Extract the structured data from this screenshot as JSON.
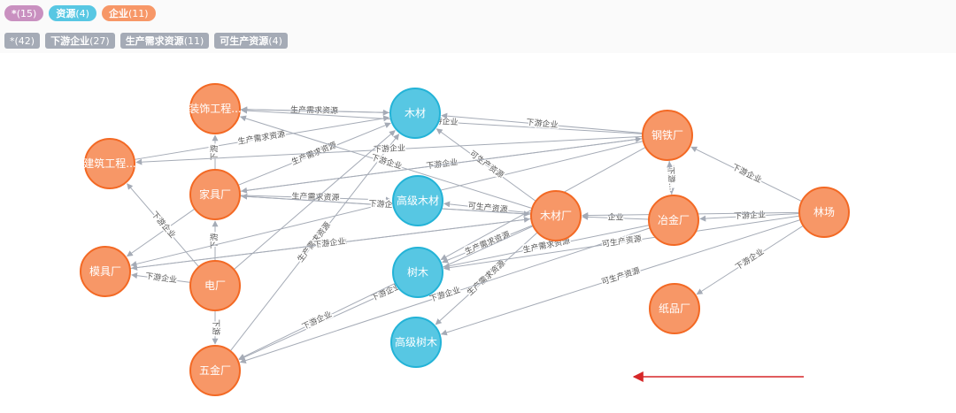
{
  "legend": {
    "node_pills": [
      {
        "name": "*",
        "count": "(15)",
        "color": "#c990c0"
      },
      {
        "name": "资源",
        "count": "(4)",
        "color": "#57c7e3"
      },
      {
        "name": "企业",
        "count": "(11)",
        "color": "#f79767"
      }
    ],
    "rel_tags": [
      {
        "name": "*",
        "count": "(42)"
      },
      {
        "name": "下游企业",
        "count": "(27)"
      },
      {
        "name": "生产需求资源",
        "count": "(11)"
      },
      {
        "name": "可生产资源",
        "count": "(4)"
      }
    ]
  },
  "colors": {
    "resource": "#57c7e3",
    "resource_stroke": "#23b3d7",
    "enterprise": "#f79767",
    "enterprise_stroke": "#f36924",
    "edge": "#a5abb6",
    "arrow_red": "#d62728"
  },
  "nodes": [
    {
      "id": "zhuangshi",
      "label": "装饰工程...",
      "type": "enterprise"
    },
    {
      "id": "jianzhu",
      "label": "建筑工程...",
      "type": "enterprise"
    },
    {
      "id": "jiaju",
      "label": "家具厂",
      "type": "enterprise"
    },
    {
      "id": "muju",
      "label": "模具厂",
      "type": "enterprise"
    },
    {
      "id": "dianchang",
      "label": "电厂",
      "type": "enterprise"
    },
    {
      "id": "wujin",
      "label": "五金厂",
      "type": "enterprise"
    },
    {
      "id": "mucai",
      "label": "木材",
      "type": "resource"
    },
    {
      "id": "gaojimucai",
      "label": "高级木材",
      "type": "resource"
    },
    {
      "id": "shumu",
      "label": "树木",
      "type": "resource"
    },
    {
      "id": "gaojishumu",
      "label": "高级树木",
      "type": "resource"
    },
    {
      "id": "mucaichang",
      "label": "木材厂",
      "type": "enterprise"
    },
    {
      "id": "gangtie",
      "label": "钢铁厂",
      "type": "enterprise"
    },
    {
      "id": "yejin",
      "label": "冶金厂",
      "type": "enterprise"
    },
    {
      "id": "linchang",
      "label": "林场",
      "type": "enterprise"
    },
    {
      "id": "zhipin",
      "label": "纸品厂",
      "type": "enterprise"
    }
  ],
  "edges": [
    {
      "from": "zhuangshi",
      "to": "mucai",
      "label": "生产需求资源"
    },
    {
      "from": "mucai",
      "to": "zhuangshi",
      "label": ""
    },
    {
      "from": "jianzhu",
      "to": "mucai",
      "label": "生产需求资源"
    },
    {
      "from": "jiaju",
      "to": "zhuangshi",
      "label": "下游"
    },
    {
      "from": "jiaju",
      "to": "mucai",
      "label": "生产需求资源"
    },
    {
      "from": "jiaju",
      "to": "gaojimucai",
      "label": "生产需求资源"
    },
    {
      "from": "jiaju",
      "to": "muju",
      "label": ""
    },
    {
      "from": "dianchang",
      "to": "jiaju",
      "label": "下游"
    },
    {
      "from": "dianchang",
      "to": "muju",
      "label": "下游企业"
    },
    {
      "from": "dianchang",
      "to": "jianzhu",
      "label": "下游企业"
    },
    {
      "from": "dianchang",
      "to": "wujin",
      "label": "下游"
    },
    {
      "from": "wujin",
      "to": "mucai",
      "label": "生产需求资源"
    },
    {
      "from": "gangtie",
      "to": "jianzhu",
      "label": "下游企业"
    },
    {
      "from": "gangtie",
      "to": "zhuangshi",
      "label": "下游企业"
    },
    {
      "from": "gangtie",
      "to": "jiaju",
      "label": "下游企业"
    },
    {
      "from": "gangtie",
      "to": "muju",
      "label": ""
    },
    {
      "from": "gangtie",
      "to": "yejin",
      "label": "下游..."
    },
    {
      "from": "yejin",
      "to": "gangtie",
      "label": "下游..."
    },
    {
      "from": "gangtie",
      "to": "mucai",
      "label": "下游企业"
    },
    {
      "from": "gangtie",
      "to": "shumu",
      "label": ""
    },
    {
      "from": "mucaichang",
      "to": "mucai",
      "label": "可生产资源"
    },
    {
      "from": "mucaichang",
      "to": "gaojimucai",
      "label": "可生产资源"
    },
    {
      "from": "mucaichang",
      "to": "jiaju",
      "label": "下游企业"
    },
    {
      "from": "mucaichang",
      "to": "muju",
      "label": "下游企业"
    },
    {
      "from": "mucaichang",
      "to": "zhuangshi",
      "label": "下游企业"
    },
    {
      "from": "mucaichang",
      "to": "shumu",
      "label": "生产需求资源"
    },
    {
      "from": "mucaichang",
      "to": "gaojishumu",
      "label": "生产需求资源"
    },
    {
      "from": "mucaichang",
      "to": "wujin",
      "label": "下游企业"
    },
    {
      "from": "yejin",
      "to": "mucaichang",
      "label": "企业"
    },
    {
      "from": "yejin",
      "to": "shumu",
      "label": "生产需求资源"
    },
    {
      "from": "yejin",
      "to": "wujin",
      "label": "下游企业"
    },
    {
      "from": "linchang",
      "to": "gangtie",
      "label": "下游企业"
    },
    {
      "from": "linchang",
      "to": "yejin",
      "label": "下游企业"
    },
    {
      "from": "linchang",
      "to": "zhipin",
      "label": "下游企业"
    },
    {
      "from": "linchang",
      "to": "shumu",
      "label": "可生产资源"
    },
    {
      "from": "linchang",
      "to": "gaojishumu",
      "label": "可生产资源"
    },
    {
      "from": "linchang",
      "to": "mucaichang",
      "label": ""
    },
    {
      "from": "shumu",
      "to": "wujin",
      "label": "下游企业"
    },
    {
      "from": "jiaju",
      "to": "mucaichang",
      "label": "下游企业"
    },
    {
      "from": "dianchang",
      "to": "mucai",
      "label": ""
    },
    {
      "from": "jiaju",
      "to": "gangtie",
      "label": ""
    },
    {
      "from": "muju",
      "to": "mucaichang",
      "label": "下游企业"
    }
  ]
}
